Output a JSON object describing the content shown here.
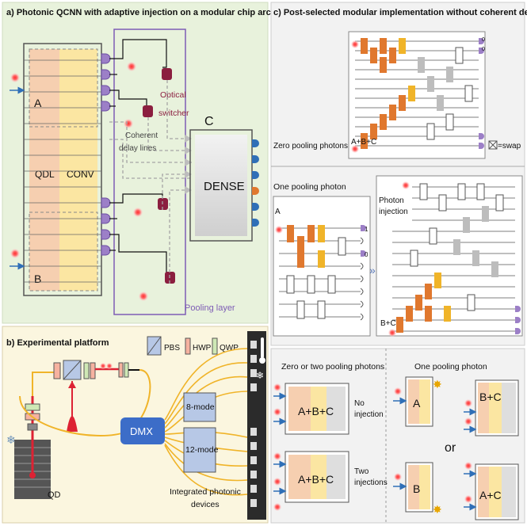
{
  "panel_a": {
    "title": "a) Photonic QCNN with adaptive injection on a modular chip architecture",
    "block_a": "A",
    "block_b": "B",
    "block_c": "C",
    "qdl": "QDL",
    "conv": "CONV",
    "dense": "DENSE",
    "optical_switcher_1": "Optical",
    "optical_switcher_2": "switcher",
    "coherent_1": "Coherent",
    "coherent_2": "delay lines",
    "pooling_layer": "Pooling layer"
  },
  "panel_b": {
    "title": "b) Experimental platform",
    "pbs": "PBS",
    "hwp": "HWP",
    "qwp": "QWP",
    "dmx": "DMX",
    "mode8": "8-mode",
    "mode12": "12-mode",
    "qd": "QD",
    "integrated_1": "Integrated photonic",
    "integrated_2": "devices"
  },
  "panel_c": {
    "title": "c) Post-selected modular implementation without coherent delay lines",
    "zero_pooling": "Zero pooling photons",
    "abc": "A+B+C",
    "swap": "=swap",
    "one_pooling": "One pooling photon",
    "a": "A",
    "bc": "B+C",
    "photon_1": "Photon",
    "photon_2": "injection",
    "out_1": "1",
    "out_0": "0",
    "top_0": "0",
    "top_1": "0"
  },
  "panel_d": {
    "zero_two": "Zero or two pooling photons",
    "one": "One pooling photon",
    "abc_1": "A+B+C",
    "abc_2": "A+B+C",
    "no_1": "No",
    "no_2": "injection",
    "two_1": "Two",
    "two_2": "injections",
    "a": "A",
    "b": "B",
    "bc": "B+C",
    "ac": "A+C",
    "or": "or"
  },
  "colors": {
    "panel_a_bg": "#e8f2dc",
    "panel_b_bg": "#fbf6df",
    "peach": "#f6cfb0",
    "yellow": "#fbe6a2",
    "maroon": "#8b1e3f",
    "purple": "#9c7fc7",
    "orange": "#e0782e",
    "gold": "#f0b429",
    "gray": "#bdbdbd",
    "blue": "#2f6fb7",
    "dmx": "#3c6dc8",
    "mode": "#b7c8e6"
  }
}
